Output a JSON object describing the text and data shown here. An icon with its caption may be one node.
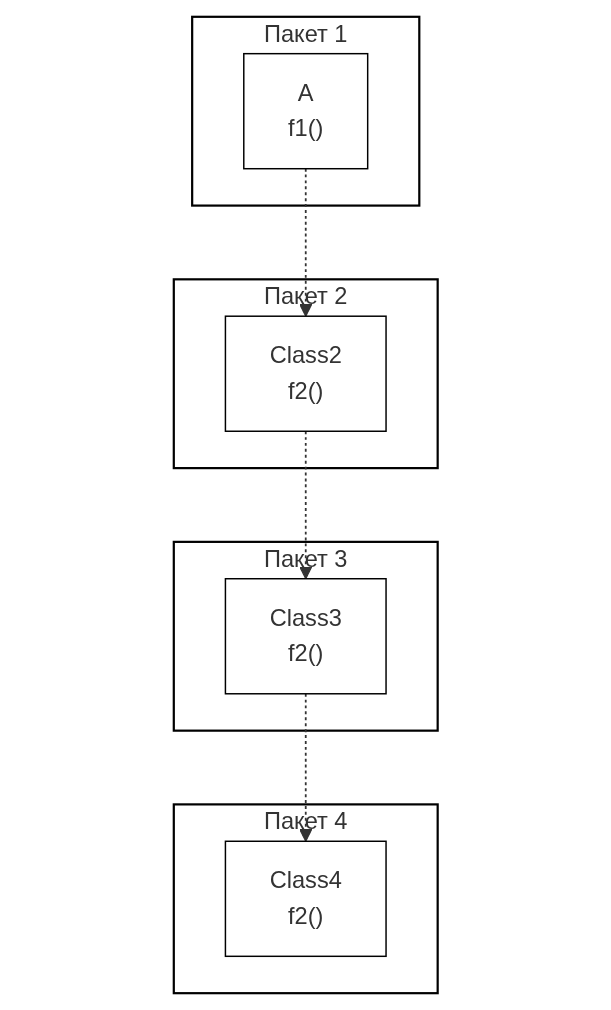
{
  "diagram": {
    "nodes": [
      {
        "text": [
          "Пакет 1"
        ]
      },
      {
        "text": [
          "A",
          "f1()"
        ],
        "in": 0
      },
      {
        "text": [
          "Пакет 2"
        ]
      },
      {
        "text": [
          "Class2",
          "f2()"
        ],
        "in": 2
      },
      {
        "text": [
          "Пакет 3"
        ]
      },
      {
        "text": [
          "Class3",
          "f2()"
        ],
        "in": 4
      },
      {
        "text": [
          "Пакет 4"
        ]
      },
      {
        "text": [
          "Class4",
          "f2()"
        ],
        "in": 6
      }
    ],
    "edges": [
      {
        "from": 1,
        "to": 3,
        "arrow": "to",
        "style": "dashed"
      },
      {
        "from": 3,
        "to": 5,
        "arrow": "to",
        "style": "dashed"
      },
      {
        "from": 5,
        "to": 7,
        "arrow": "to",
        "style": "dashed"
      }
    ]
  }
}
